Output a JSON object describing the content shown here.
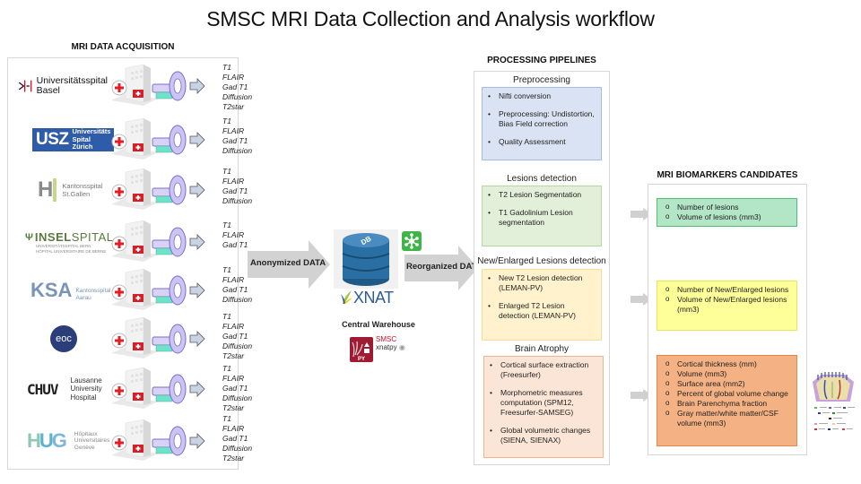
{
  "title": "SMSC MRI Data Collection and Analysis workflow",
  "acquisition": {
    "heading": "MRI DATA ACQUISITION",
    "sites": [
      {
        "name": "Universitätsspital Basel",
        "logo_lines": [
          "Universitätsspital",
          "Basel"
        ],
        "sequences": [
          "T1",
          "FLAIR",
          "Gad T1",
          "Diffusion",
          "T2star"
        ]
      },
      {
        "name": "USZ Universitäts Spital Zürich",
        "logo_main": "USZ",
        "logo_lines": [
          "Universitäts",
          "Spital Zürich"
        ],
        "sequences": [
          "T1",
          "FLAIR",
          "Gad T1",
          "Diffusion"
        ]
      },
      {
        "name": "Kantonsspital St.Gallen",
        "logo_main": "H",
        "logo_lines": [
          "Kantonsspital",
          "St.Gallen"
        ],
        "sequences": [
          "T1",
          "FLAIR",
          "Gad T1",
          "Diffusion"
        ]
      },
      {
        "name": "Inselspital",
        "logo_main_a": "INSEL",
        "logo_main_b": "SPITAL",
        "logo_lines": [
          "UNIVERSITÄTSSPITAL BERN",
          "HÔPITAL UNIVERSITAIRE DE BERNE"
        ],
        "sequences": [
          "T1",
          "FLAIR",
          "Gad T1"
        ]
      },
      {
        "name": "KSA Kantonsspital Aarau",
        "logo_main": "KSA",
        "logo_lines": [
          "Kantonsspital",
          "Aarau"
        ],
        "sequences": [
          "T1",
          "FLAIR",
          "Gad T1",
          "Diffusion"
        ]
      },
      {
        "name": "EOC",
        "logo_main": "eoc",
        "sequences": [
          "T1",
          "FLAIR",
          "Gad T1",
          "Diffusion",
          "T2star"
        ]
      },
      {
        "name": "CHUV Lausanne University Hospital",
        "logo_main": "CHUV",
        "logo_lines": [
          "Lausanne",
          "University",
          "Hospital"
        ],
        "sequences": [
          "T1",
          "FLAIR",
          "Gad T1",
          "Diffusion",
          "T2star"
        ]
      },
      {
        "name": "HUG Hôpitaux Universitaires Genève",
        "logo_main": "HUG",
        "logo_lines": [
          "Hôpitaux",
          "Universitaires",
          "Genève"
        ],
        "sequences": [
          "T1",
          "FLAIR",
          "Gad T1",
          "Diffusion",
          "T2star"
        ]
      }
    ]
  },
  "flow": {
    "anonymized_label": "Anonymized DATA",
    "reorganized_label": "Reorganized DATA"
  },
  "warehouse": {
    "db_text": "DB",
    "xnat_label": "XNAT",
    "label": "Central Warehouse",
    "xnatpy_brand": "SMSC",
    "xnatpy_name": "xnatpy",
    "xnatpy_icon_text": "PY"
  },
  "pipelines": {
    "heading": "PROCESSING PIPELINES",
    "groups": [
      {
        "title": "Preprocessing",
        "items": [
          "Nifti conversion",
          "Preprocessing: Undistortion, Bias Field correction",
          "Quality Assessment"
        ]
      },
      {
        "title": "Lesions detection",
        "items": [
          "T2 Lesion Segmentation",
          "T1 Gadolinium Lesion segmentation"
        ]
      },
      {
        "title": "New/Enlarged Lesions detection",
        "items": [
          "New T2 Lesion detection (LEMAN-PV)",
          "Enlarged T2 Lesion detection (LEMAN-PV)"
        ]
      },
      {
        "title": "Brain Atrophy",
        "items": [
          "Cortical surface extraction (Freesurfer)",
          "Morphometric measures computation (SPM12, Freesurfer-SAMSEG)",
          "Global volumetric changes (SIENA, SIENAX)"
        ]
      }
    ]
  },
  "biomarkers": {
    "heading": "MRI BIOMARKERS CANDIDATES",
    "groups": [
      {
        "items": [
          "Number of lesions",
          "Volume of lesions (mm3)"
        ]
      },
      {
        "items": [
          "Number of  New/Enlarged lesions",
          "Volume of New/Enlarged lesions (mm3)"
        ]
      },
      {
        "items": [
          "Cortical thickness (mm)",
          "Volume (mm3)",
          "Surface area (mm2)",
          "Percent of global volume change",
          "Brain Parenchyma fraction",
          "Gray matter/white matter/CSF volume (mm3)"
        ]
      }
    ]
  },
  "colors": {
    "preprocessing": "#dae3f3",
    "lesions": "#e2efd9",
    "new_enlarged": "#fff2cc",
    "atrophy": "#fbe5d6",
    "bio_green": "#b3e5c7",
    "bio_yellow": "#ffff99",
    "bio_orange": "#f4b183",
    "arrow": "#d2d2d2"
  }
}
